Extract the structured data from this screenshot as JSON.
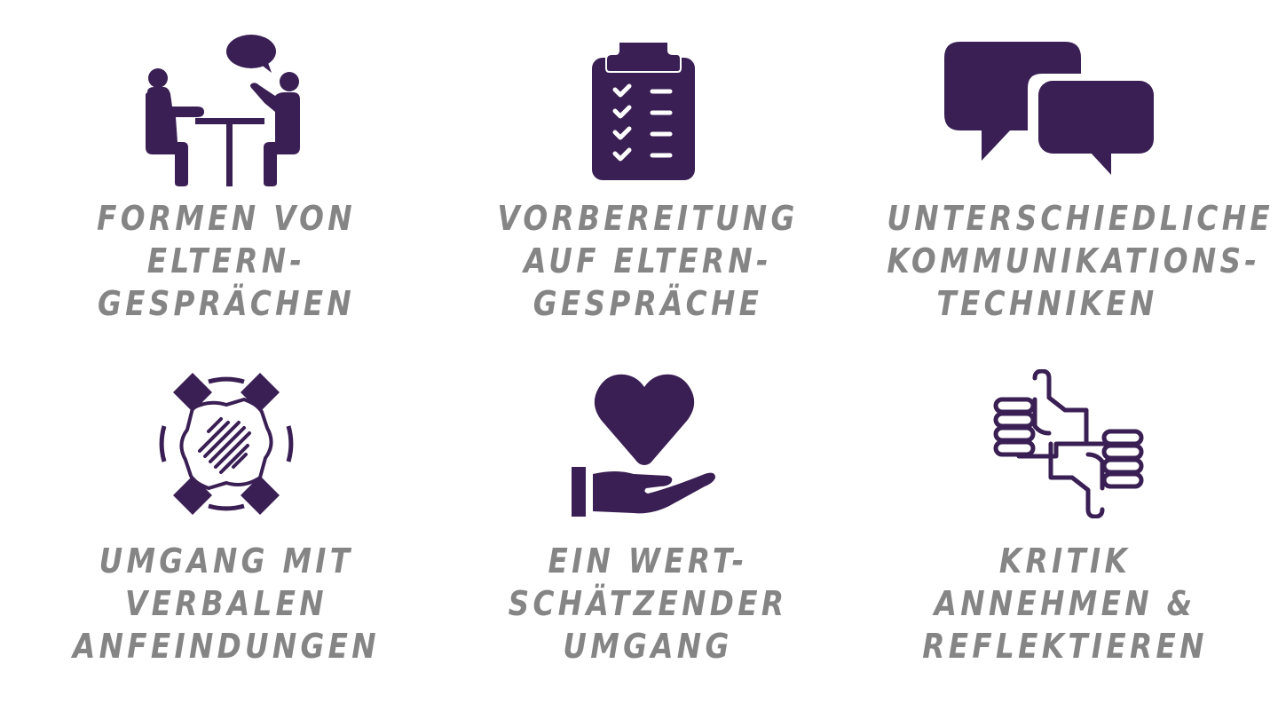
{
  "colors": {
    "icon": "#3a1f54",
    "text": "#858585",
    "background": "#ffffff"
  },
  "tiles": [
    {
      "icon": "meeting-at-table-icon",
      "lines": [
        "Formen von",
        "Eltern-",
        "Gesprächen"
      ]
    },
    {
      "icon": "clipboard-checklist-icon",
      "lines": [
        "Vorbereitung",
        "auf Eltern-",
        "Gespräche"
      ]
    },
    {
      "icon": "speech-bubbles-icon",
      "lines": [
        "Unterschiedliche",
        "Kommunikations-",
        "techniken"
      ]
    },
    {
      "icon": "stacked-hands-icon",
      "lines": [
        "Umgang mit",
        "verbalen",
        "Anfeindungen"
      ]
    },
    {
      "icon": "heart-in-hand-icon",
      "lines": [
        "Ein Wert-",
        "schätzender",
        "Umgang"
      ]
    },
    {
      "icon": "thumbs-up-down-icon",
      "lines": [
        "Kritik",
        "annehmen &",
        "reflektieren"
      ]
    }
  ]
}
